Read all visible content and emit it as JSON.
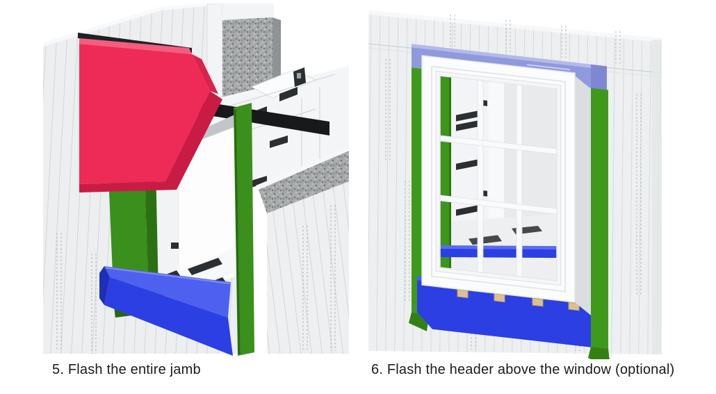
{
  "figure": {
    "background": "#ffffff",
    "text_color": "#1b1b1b",
    "panels": [
      {
        "id": "step-5",
        "step_number": "5",
        "caption": "5. Flash the entire jamb",
        "illustration": "icf-wall-cutaway-with-flashed-rough-opening",
        "parts": {
          "header_flashing": {
            "label": "header flashing",
            "color": "#EE2B56"
          },
          "jamb_flashing": {
            "label": "jamb flashing",
            "color": "#3B8F1D"
          },
          "sill_flashing": {
            "label": "sill flashing",
            "color": "#2B3FE3"
          },
          "wall_foam": {
            "label": "ICF wall foam",
            "color": "#ECEEEF"
          },
          "concrete_core": {
            "label": "concrete core",
            "color": "#A6A9AB"
          },
          "web_ties": {
            "label": "plastic web ties",
            "color": "#2B2F31"
          }
        }
      },
      {
        "id": "step-6",
        "step_number": "6",
        "caption": "6. Flash the header above the window (optional)",
        "illustration": "installed-window-with-header-jamb-and-sill-flashing",
        "parts": {
          "header_flashing": {
            "label": "header flashing",
            "color": "#8F99DC"
          },
          "jamb_flashing": {
            "label": "jamb flashing",
            "color": "#3F9A1C"
          },
          "sill_flashing": {
            "label": "sill flashing",
            "color": "#2B3FE3"
          },
          "window_frame": {
            "label": "window frame",
            "color": "#FBFCFD"
          },
          "shims": {
            "label": "shims",
            "color": "#DCC091"
          },
          "wall_foam": {
            "label": "ICF wall foam",
            "color": "#EDEFF0"
          }
        }
      }
    ]
  }
}
